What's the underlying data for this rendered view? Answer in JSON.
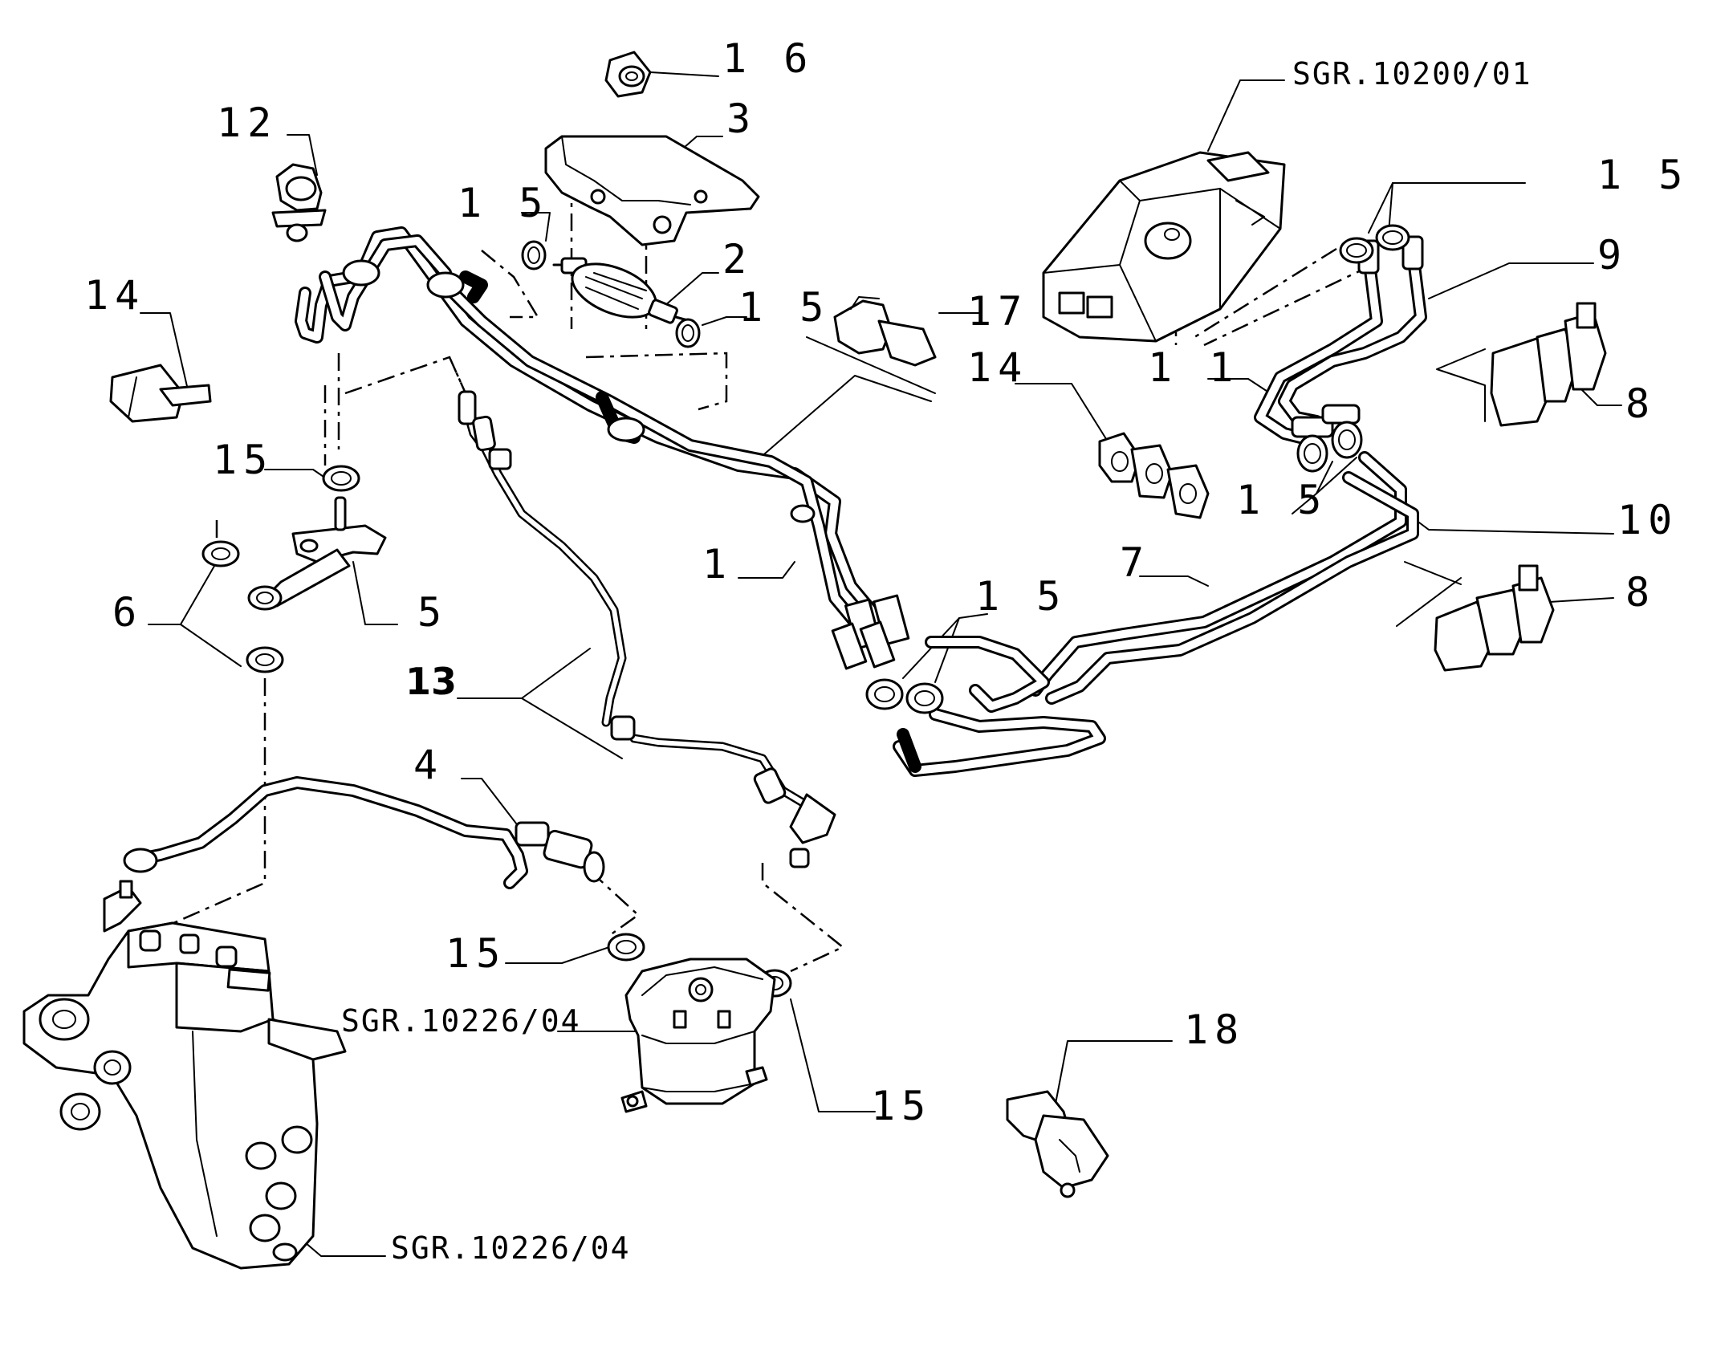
{
  "diagram": {
    "type": "exploded-parts-diagram",
    "labels": {
      "p1": "1",
      "p2": "2",
      "p3": "3",
      "p4": "4",
      "p5": "5",
      "p6": "6",
      "p7": "7",
      "p8a": "8",
      "p8b": "8",
      "p9": "9",
      "p10": "10",
      "p11": "1 1",
      "p12": "12",
      "p13": "13",
      "p14a": "14",
      "p14b": "14",
      "p15a": "1 5",
      "p15b": "1 5",
      "p15c": "15",
      "p15d": "1 5",
      "p15e": "1 5",
      "p15f": "1 5",
      "p15g": "15",
      "p15h": "15",
      "p16": "1 6",
      "p17": "17",
      "p18": "18"
    },
    "references": {
      "tank": "SGR.10200/01",
      "filter": "SGR.10226/04",
      "pump": "SGR.10226/04"
    }
  }
}
